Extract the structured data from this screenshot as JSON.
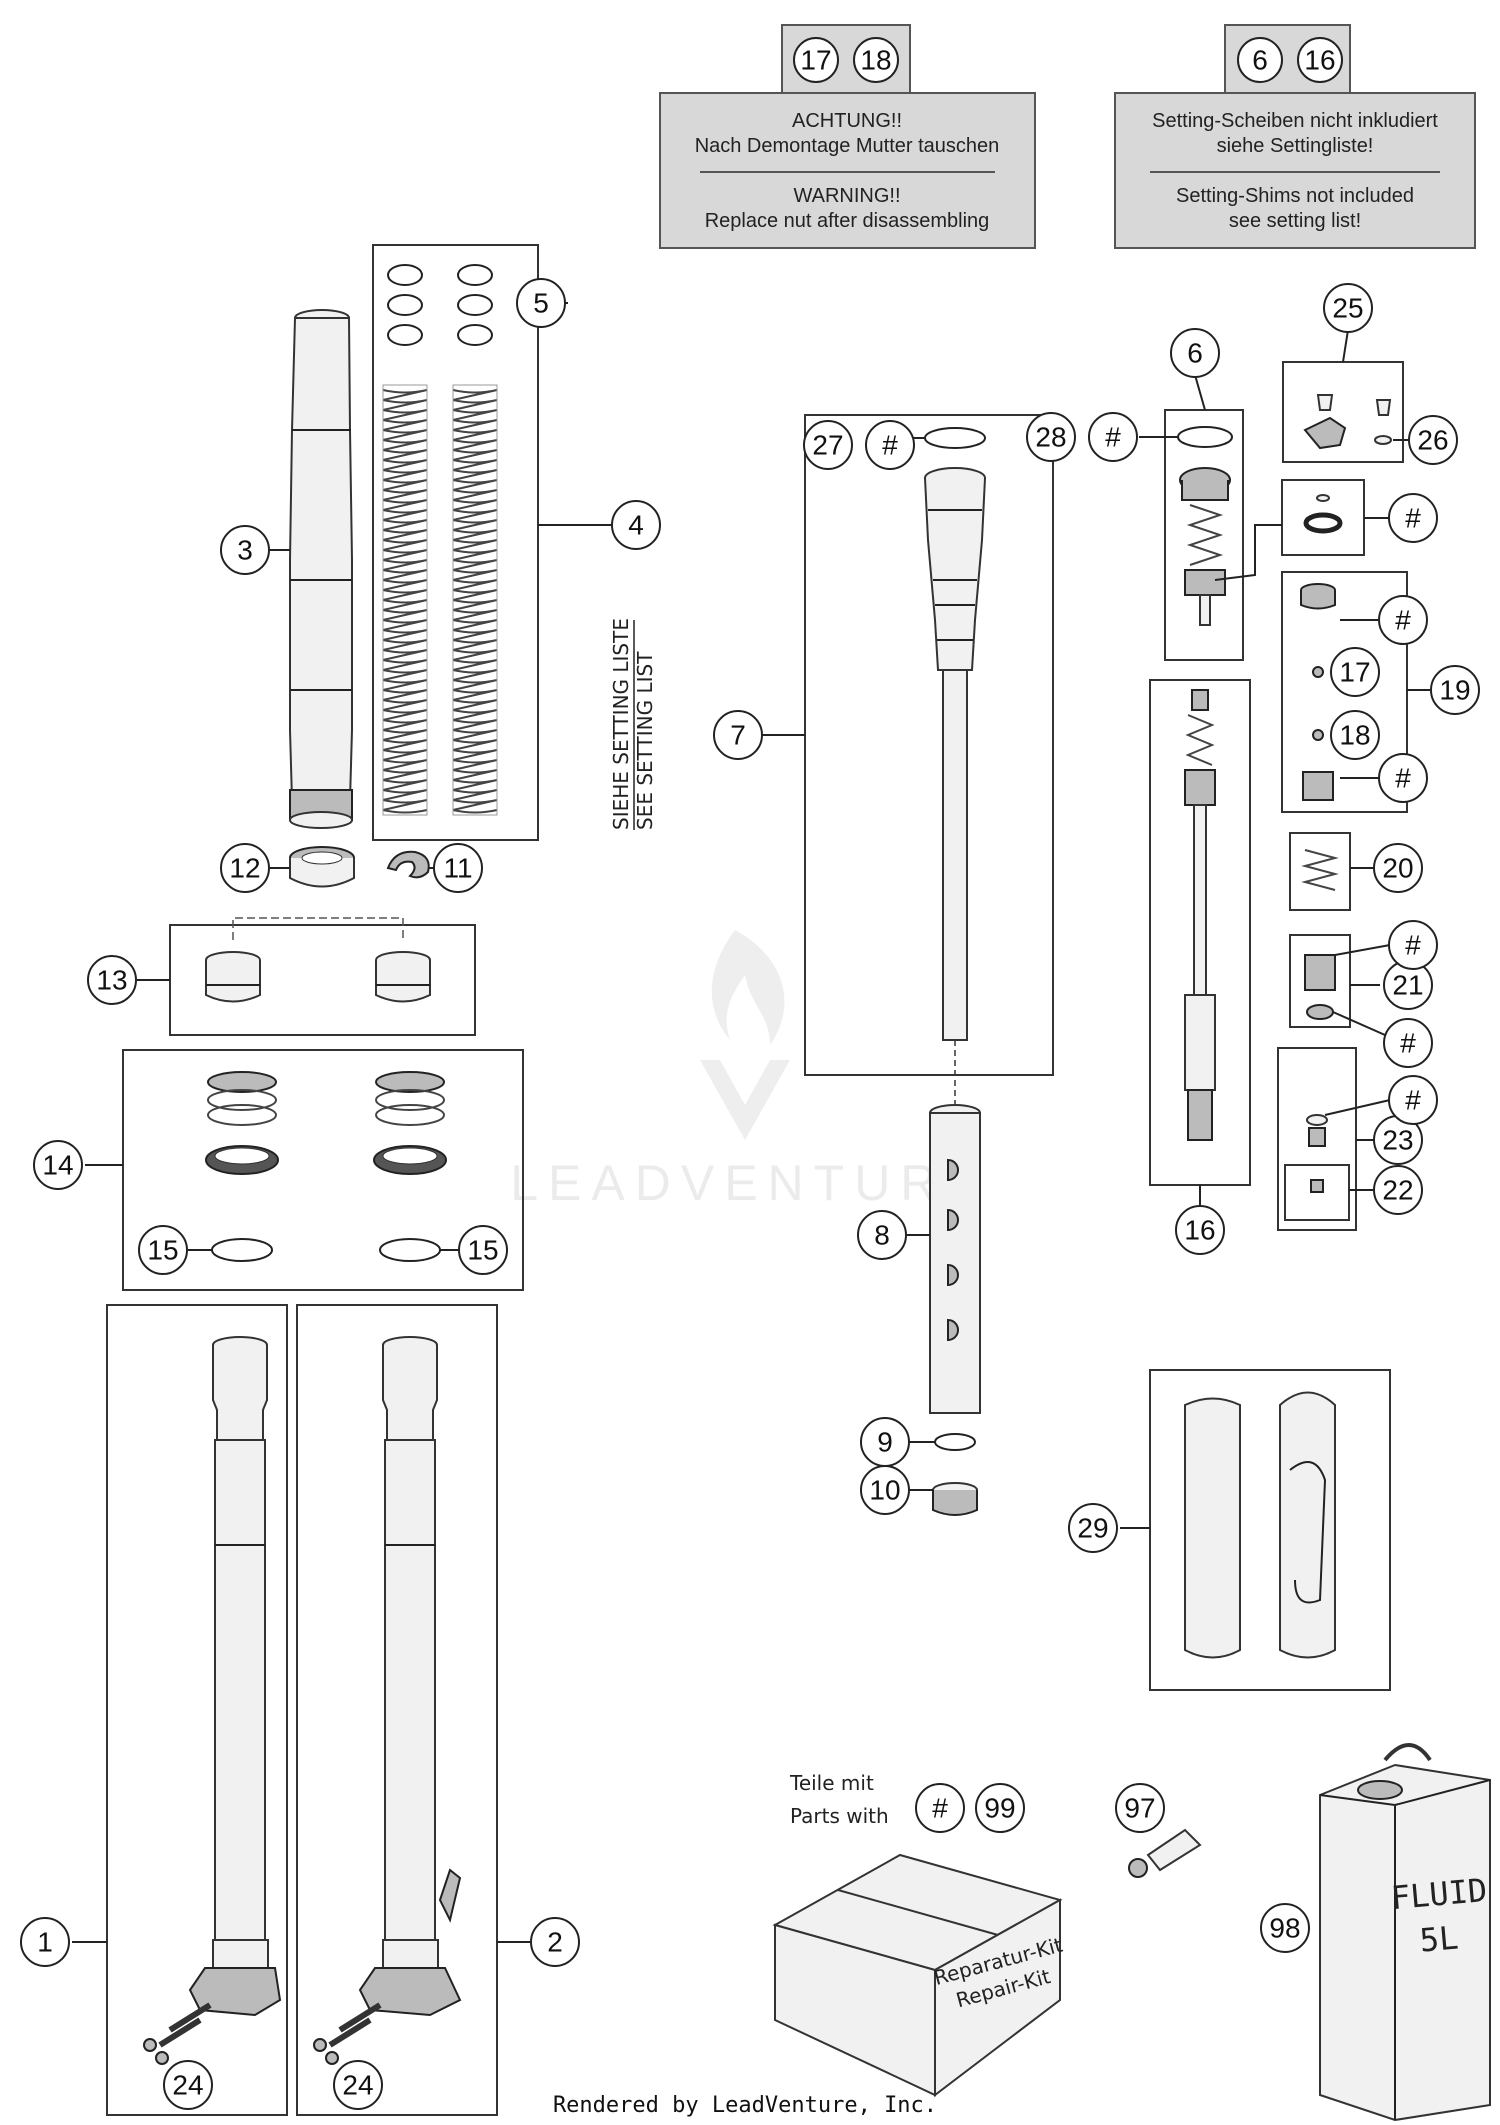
{
  "notes": {
    "left": {
      "refs": [
        "17",
        "18"
      ],
      "line1": "ACHTUNG!!",
      "line2": "Nach Demontage Mutter tauschen",
      "line3": "WARNING!!",
      "line4": "Replace nut after disassembling"
    },
    "right": {
      "refs": [
        "6",
        "16"
      ],
      "line1": "Setting-Scheiben nicht inkludiert",
      "line2": "siehe Settingliste!",
      "line3": "Setting-Shims not included",
      "line4": "see setting list!"
    }
  },
  "spring_note": {
    "line1": "SIEHE SETTING LISTE",
    "line2": "SEE SETTING LIST"
  },
  "callouts": {
    "c1": "1",
    "c2": "2",
    "c3": "3",
    "c4": "4",
    "c5": "5",
    "c6": "6",
    "c7": "7",
    "c8": "8",
    "c9": "9",
    "c10": "10",
    "c11": "11",
    "c12": "12",
    "c13": "13",
    "c14": "14",
    "c15a": "15",
    "c15b": "15",
    "c16": "16",
    "c17": "17",
    "c18": "18",
    "c19": "19",
    "c20": "20",
    "c21": "21",
    "c22": "22",
    "c23": "23",
    "c24a": "24",
    "c24b": "24",
    "c25": "25",
    "c26": "26",
    "c27": "27",
    "c28": "28",
    "c29": "29",
    "c97": "97",
    "c98": "98",
    "c99": "99",
    "h27": "#",
    "h28": "#",
    "h6": "#",
    "h19a": "#",
    "h19b": "#",
    "h21a": "#",
    "h21b": "#",
    "h23": "#",
    "h99": "#"
  },
  "kit_legend": {
    "line1": "Teile mit",
    "line2": "Parts with"
  },
  "repair_kit_label": {
    "line1": "Reparatur-Kit",
    "line2": "Repair-Kit"
  },
  "fluid_label": {
    "line1": "FLUID",
    "line2": "5L"
  },
  "watermark": "LEADVENTURE",
  "footer": "Rendered by LeadVenture, Inc."
}
